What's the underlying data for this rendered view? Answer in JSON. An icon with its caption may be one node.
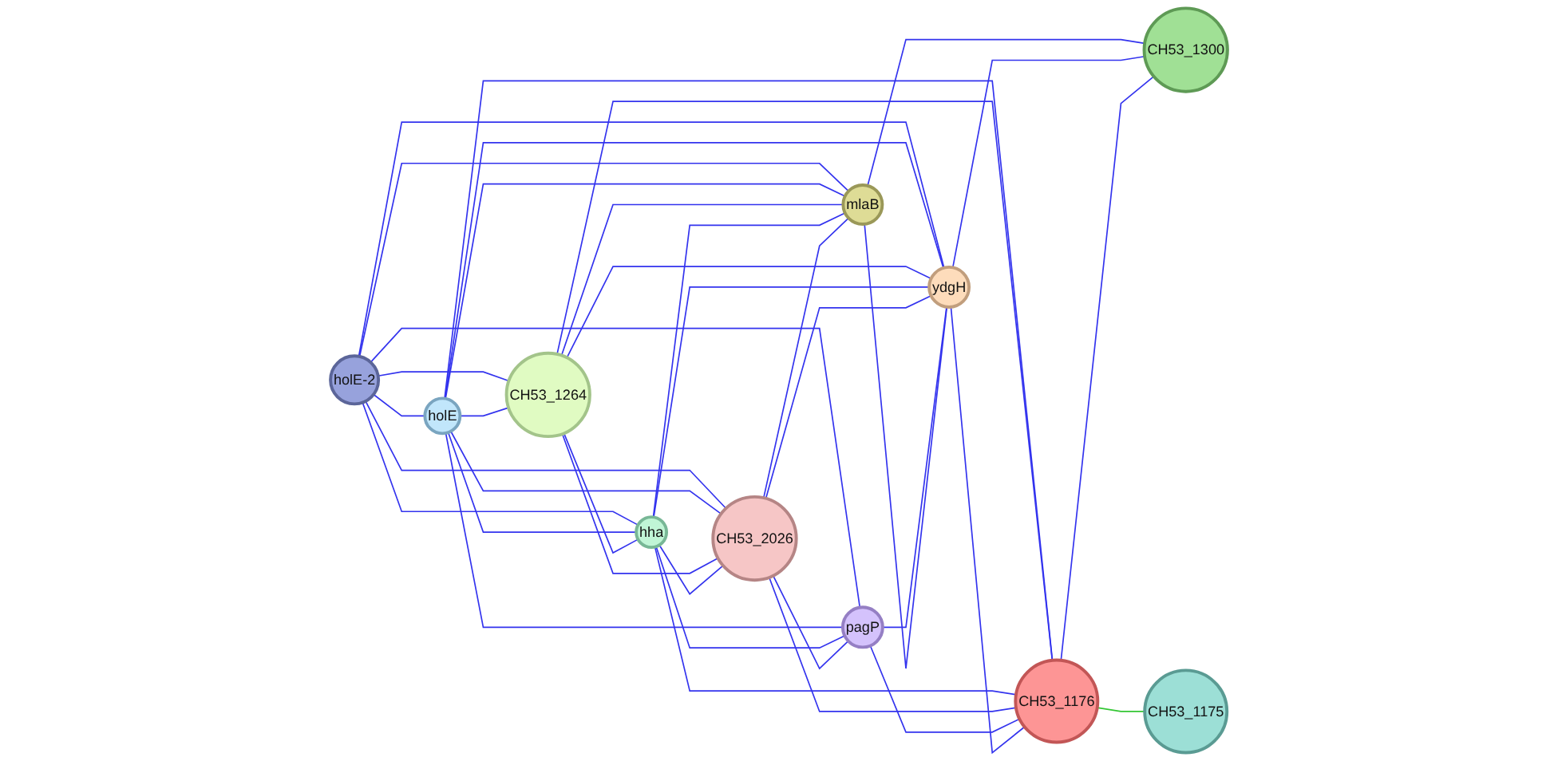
{
  "diagram": {
    "nodes": [
      {
        "text": [
          "holE-2"
        ]
      },
      {
        "text": [
          "holE"
        ]
      },
      {
        "text": [
          "CH53_1264"
        ]
      },
      {
        "text": [
          "hha"
        ]
      },
      {
        "text": [
          "CH53_2026"
        ]
      },
      {
        "text": [
          "pagP"
        ]
      },
      {
        "text": [
          "mlaB"
        ]
      },
      {
        "text": [
          "ydgH"
        ]
      },
      {
        "text": [
          "CH53_1176"
        ]
      },
      {
        "text": [
          "CH53_1300"
        ]
      },
      {
        "text": [
          "CH53_1175"
        ]
      }
    ],
    "edges": [
      {
        "from": 0,
        "to": 1,
        "arrow": "none"
      },
      {
        "from": 0,
        "to": 2,
        "arrow": "none"
      },
      {
        "from": 0,
        "to": 3,
        "arrow": "none"
      },
      {
        "from": 0,
        "to": 4,
        "arrow": "none"
      },
      {
        "from": 0,
        "to": 5,
        "arrow": "none"
      },
      {
        "from": 0,
        "to": 6,
        "arrow": "none"
      },
      {
        "from": 0,
        "to": 7,
        "arrow": "none"
      },
      {
        "from": 1,
        "to": 2,
        "arrow": "none"
      },
      {
        "from": 1,
        "to": 3,
        "arrow": "none"
      },
      {
        "from": 1,
        "to": 4,
        "arrow": "none"
      },
      {
        "from": 1,
        "to": 5,
        "arrow": "none"
      },
      {
        "from": 1,
        "to": 6,
        "arrow": "none"
      },
      {
        "from": 1,
        "to": 7,
        "arrow": "none"
      },
      {
        "from": 1,
        "to": 8,
        "arrow": "none"
      },
      {
        "from": 2,
        "to": 3,
        "arrow": "none"
      },
      {
        "from": 2,
        "to": 4,
        "arrow": "none"
      },
      {
        "from": 2,
        "to": 6,
        "arrow": "none"
      },
      {
        "from": 2,
        "to": 7,
        "arrow": "none"
      },
      {
        "from": 2,
        "to": 8,
        "arrow": "none"
      },
      {
        "from": 3,
        "to": 4,
        "arrow": "none"
      },
      {
        "from": 3,
        "to": 5,
        "arrow": "none"
      },
      {
        "from": 3,
        "to": 6,
        "arrow": "none"
      },
      {
        "from": 3,
        "to": 7,
        "arrow": "none"
      },
      {
        "from": 3,
        "to": 8,
        "arrow": "none"
      },
      {
        "from": 4,
        "to": 5,
        "arrow": "none"
      },
      {
        "from": 4,
        "to": 6,
        "arrow": "none"
      },
      {
        "from": 4,
        "to": 7,
        "arrow": "none"
      },
      {
        "from": 4,
        "to": 8,
        "arrow": "none"
      },
      {
        "from": 5,
        "to": 7,
        "arrow": "none"
      },
      {
        "from": 5,
        "to": 8,
        "arrow": "none"
      },
      {
        "from": 6,
        "to": 7,
        "arrow": "none"
      },
      {
        "from": 6,
        "to": 9,
        "arrow": "none"
      },
      {
        "from": 7,
        "to": 8,
        "arrow": "none"
      },
      {
        "from": 7,
        "to": 9,
        "arrow": "none"
      },
      {
        "from": 8,
        "to": 9,
        "arrow": "none"
      },
      {
        "from": 8,
        "to": 10,
        "arrow": "none",
        "color": "#33c633"
      }
    ]
  }
}
